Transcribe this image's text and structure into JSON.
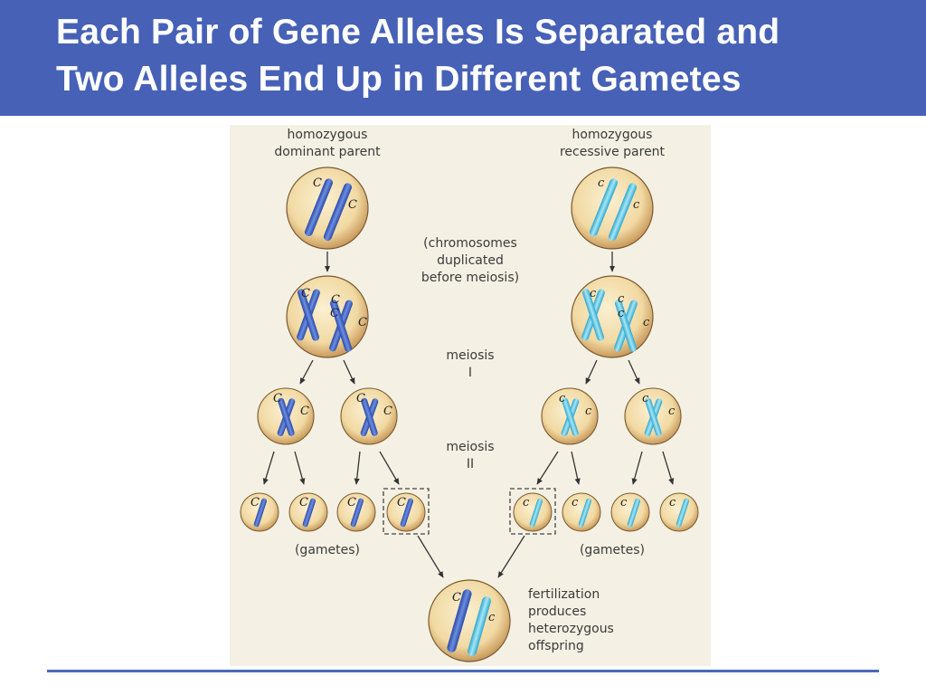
{
  "slide": {
    "title_line1": "Each Pair of Gene Alleles Is Separated and",
    "title_line2": "Two Alleles End Up in Different Gametes"
  },
  "diagram": {
    "dominant_parent_line1": "homozygous",
    "dominant_parent_line2": "dominant parent",
    "recessive_parent_line1": "homozygous",
    "recessive_parent_line2": "recessive parent",
    "duplication_line1": "(chromosomes",
    "duplication_line2": "duplicated",
    "duplication_line3": "before meiosis)",
    "meiosis1_line1": "meiosis",
    "meiosis1_line2": "I",
    "meiosis2_line1": "meiosis",
    "meiosis2_line2": "II",
    "gametes_left": "(gametes)",
    "gametes_right": "(gametes)",
    "fert_line1": "fertilization",
    "fert_line2": "produces",
    "fert_line3": "heterozygous",
    "fert_line4": "offspring",
    "allele_dominant": "C",
    "allele_recessive": "c",
    "colors": {
      "title_bar": "#4661b6",
      "dominant_chromosome": "#3f63c4",
      "recessive_chromosome": "#59c7e6",
      "cell_fill": "#f1d9a2",
      "cell_edge": "#7a5a30"
    }
  }
}
